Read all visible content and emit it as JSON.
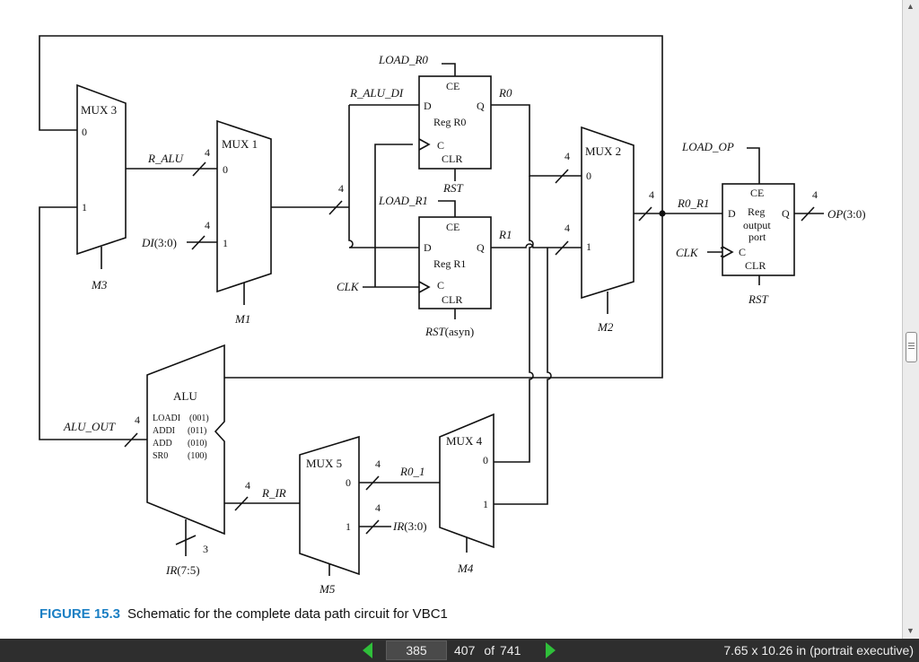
{
  "viewer": {
    "current_page": "385",
    "page_label": "407",
    "of_word": "of",
    "total_pages": "741",
    "page_size": "7.65 x 10.26 in (portrait executive)"
  },
  "figure": {
    "number": "FIGURE 15.3",
    "caption": "Schematic for the complete data path circuit for VBC1"
  },
  "schematic": {
    "mux3": {
      "name": "MUX 3",
      "in0": "0",
      "in1": "1",
      "sel": "M3"
    },
    "mux1": {
      "name": "MUX 1",
      "in0": "0",
      "in1": "1",
      "sel": "M1"
    },
    "mux2": {
      "name": "MUX 2",
      "in0": "0",
      "in1": "1",
      "sel": "M2"
    },
    "mux4": {
      "name": "MUX 4",
      "in0": "0",
      "in1": "1",
      "sel": "M4"
    },
    "mux5": {
      "name": "MUX 5",
      "in0": "0",
      "in1": "1",
      "sel": "M5"
    },
    "reg_r0": {
      "name": "Reg R0",
      "ce": "CE",
      "d": "D",
      "q": "Q",
      "c": "C",
      "clr": "CLR",
      "load": "LOAD_R0",
      "rst": "RST",
      "out": "R0"
    },
    "reg_r1": {
      "name": "Reg R1",
      "ce": "CE",
      "d": "D",
      "q": "Q",
      "c": "C",
      "clr": "CLR",
      "load": "LOAD_R1",
      "rst": "RST",
      "rst_suffix": "(asyn)",
      "out": "R1"
    },
    "reg_out": {
      "ce": "CE",
      "d": "D",
      "name_line1": "Reg",
      "name_line2": "output",
      "name_line3": "port",
      "q": "Q",
      "c": "C",
      "clr": "CLR",
      "load": "LOAD_OP",
      "rst": "RST",
      "out": "OP",
      "out_suffix": "(3:0)",
      "in": "R0_R1"
    },
    "alu": {
      "name": "ALU",
      "ops": [
        {
          "op": "LOADI",
          "code": "(001)"
        },
        {
          "op": "ADDI",
          "code": "(011)"
        },
        {
          "op": "ADD",
          "code": "(010)"
        },
        {
          "op": "SR0",
          "code": "(100)"
        }
      ],
      "out": "ALU_OUT",
      "ctrl": "IR",
      "ctrl_suffix": "(7:5)",
      "ctrl_width": "3"
    },
    "signals": {
      "r_alu": "R_ALU",
      "di": "DI",
      "di_suffix": "(3:0)",
      "r_alu_di": "R_ALU_DI",
      "clk": "CLK",
      "r_ir": "R_IR",
      "r0_1": "R0_1",
      "ir": "IR",
      "ir_suffix": "(3:0)"
    },
    "bus_width": "4"
  }
}
